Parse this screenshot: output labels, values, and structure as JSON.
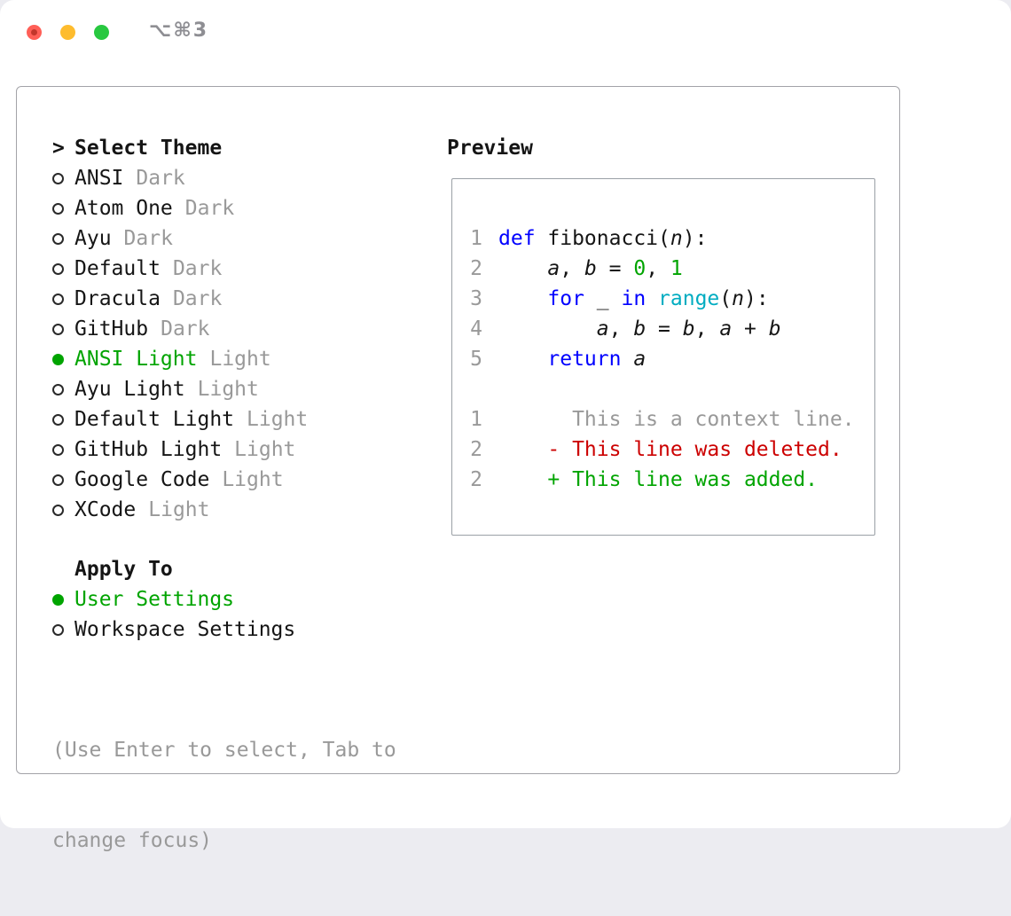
{
  "window": {
    "title_shortcut": "⌥⌘3"
  },
  "colors": {
    "green": "#00A400",
    "blue": "#0000FF",
    "cyan": "#00ACC1",
    "red": "#CC0000",
    "gray": "#999999",
    "text": "#151515",
    "traffic_red": "#FF5F57",
    "traffic_yellow": "#FEBC2E",
    "traffic_green": "#28C840"
  },
  "select_theme": {
    "header_prefix": ">",
    "header": "Select Theme",
    "items": [
      {
        "name": "ANSI",
        "variant": "Dark",
        "selected": false
      },
      {
        "name": "Atom One",
        "variant": "Dark",
        "selected": false
      },
      {
        "name": "Ayu",
        "variant": "Dark",
        "selected": false
      },
      {
        "name": "Default",
        "variant": "Dark",
        "selected": false
      },
      {
        "name": "Dracula",
        "variant": "Dark",
        "selected": false
      },
      {
        "name": "GitHub",
        "variant": "Dark",
        "selected": false
      },
      {
        "name": "ANSI Light",
        "variant": "Light",
        "selected": true
      },
      {
        "name": "Ayu Light",
        "variant": "Light",
        "selected": false
      },
      {
        "name": "Default Light",
        "variant": "Light",
        "selected": false
      },
      {
        "name": "GitHub Light",
        "variant": "Light",
        "selected": false
      },
      {
        "name": "Google Code",
        "variant": "Light",
        "selected": false
      },
      {
        "name": "XCode",
        "variant": "Light",
        "selected": false
      }
    ]
  },
  "apply_to": {
    "header": "Apply To",
    "items": [
      {
        "label": "User Settings",
        "selected": true
      },
      {
        "label": "Workspace Settings",
        "selected": false
      }
    ]
  },
  "hint_lines": [
    "(Use Enter to select, Tab to",
    "change focus)"
  ],
  "preview": {
    "header": "Preview",
    "code_lines": [
      {
        "num": "1",
        "tokens": [
          {
            "text": "def ",
            "cls": "kw"
          },
          {
            "text": "fibonacci(",
            "cls": "plain"
          },
          {
            "text": "n",
            "cls": "var"
          },
          {
            "text": "):",
            "cls": "plain"
          }
        ]
      },
      {
        "num": "2",
        "tokens": [
          {
            "text": "    ",
            "cls": "plain"
          },
          {
            "text": "a",
            "cls": "var"
          },
          {
            "text": ", ",
            "cls": "plain"
          },
          {
            "text": "b",
            "cls": "var"
          },
          {
            "text": " = ",
            "cls": "plain"
          },
          {
            "text": "0",
            "cls": "num"
          },
          {
            "text": ", ",
            "cls": "plain"
          },
          {
            "text": "1",
            "cls": "num"
          }
        ]
      },
      {
        "num": "3",
        "tokens": [
          {
            "text": "    ",
            "cls": "plain"
          },
          {
            "text": "for",
            "cls": "kw"
          },
          {
            "text": " _ ",
            "cls": "plain"
          },
          {
            "text": "in",
            "cls": "kw"
          },
          {
            "text": " ",
            "cls": "plain"
          },
          {
            "text": "range",
            "cls": "fn"
          },
          {
            "text": "(",
            "cls": "plain"
          },
          {
            "text": "n",
            "cls": "var"
          },
          {
            "text": "):",
            "cls": "plain"
          }
        ]
      },
      {
        "num": "4",
        "tokens": [
          {
            "text": "        ",
            "cls": "plain"
          },
          {
            "text": "a",
            "cls": "var"
          },
          {
            "text": ", ",
            "cls": "plain"
          },
          {
            "text": "b",
            "cls": "var"
          },
          {
            "text": " = ",
            "cls": "plain"
          },
          {
            "text": "b",
            "cls": "var"
          },
          {
            "text": ", ",
            "cls": "plain"
          },
          {
            "text": "a",
            "cls": "var"
          },
          {
            "text": " + ",
            "cls": "plain"
          },
          {
            "text": "b",
            "cls": "var"
          }
        ]
      },
      {
        "num": "5",
        "tokens": [
          {
            "text": "    ",
            "cls": "plain"
          },
          {
            "text": "return",
            "cls": "kw"
          },
          {
            "text": " ",
            "cls": "plain"
          },
          {
            "text": "a",
            "cls": "var"
          }
        ]
      },
      {
        "num": "",
        "tokens": []
      },
      {
        "num": "1",
        "tokens": [
          {
            "text": "      This is a context line.",
            "cls": "ctx"
          }
        ]
      },
      {
        "num": "2",
        "tokens": [
          {
            "text": "    - This line was deleted.",
            "cls": "del"
          }
        ]
      },
      {
        "num": "2",
        "tokens": [
          {
            "text": "    + This line was added.",
            "cls": "add"
          }
        ]
      }
    ]
  }
}
